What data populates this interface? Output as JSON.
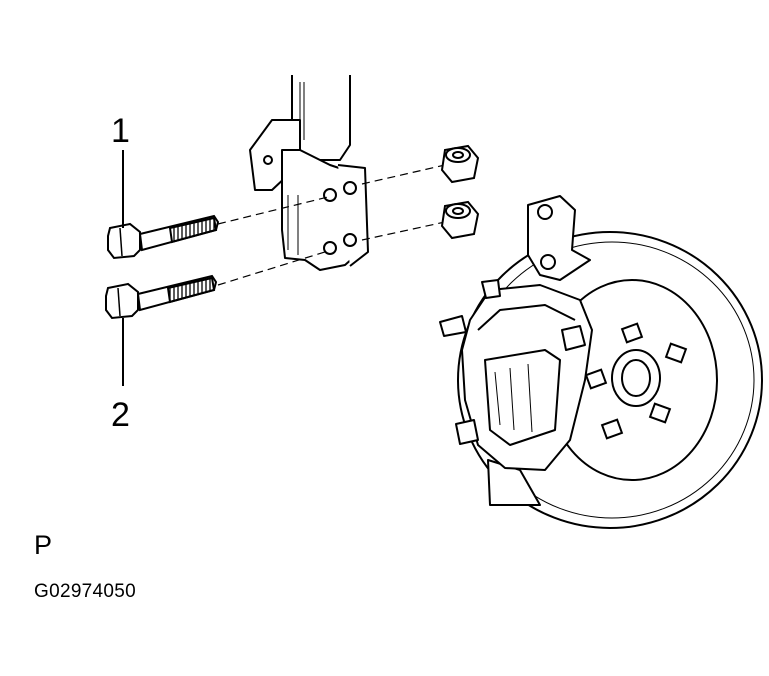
{
  "callouts": [
    {
      "number": "1"
    },
    {
      "number": "2"
    }
  ],
  "view_letter": "P",
  "figure_code": "G02974050",
  "colors": {
    "line": "#000000",
    "fill": "#ffffff",
    "shade": "#d0d0d0"
  }
}
